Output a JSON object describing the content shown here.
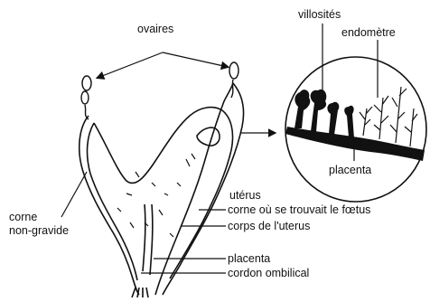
{
  "labels": {
    "ovaires": "ovaires",
    "villosites": "villosités",
    "endometre": "endomètre",
    "placenta_detail": "placenta",
    "corne_non_gravide_1": "corne",
    "corne_non_gravide_2": "non-gravide",
    "uterus": "utérus",
    "corne_foetus": "corne où se trouvait le fœtus",
    "corps_uterus": "corps de l'uterus",
    "placenta": "placenta",
    "cordon": "cordon ombilical"
  }
}
